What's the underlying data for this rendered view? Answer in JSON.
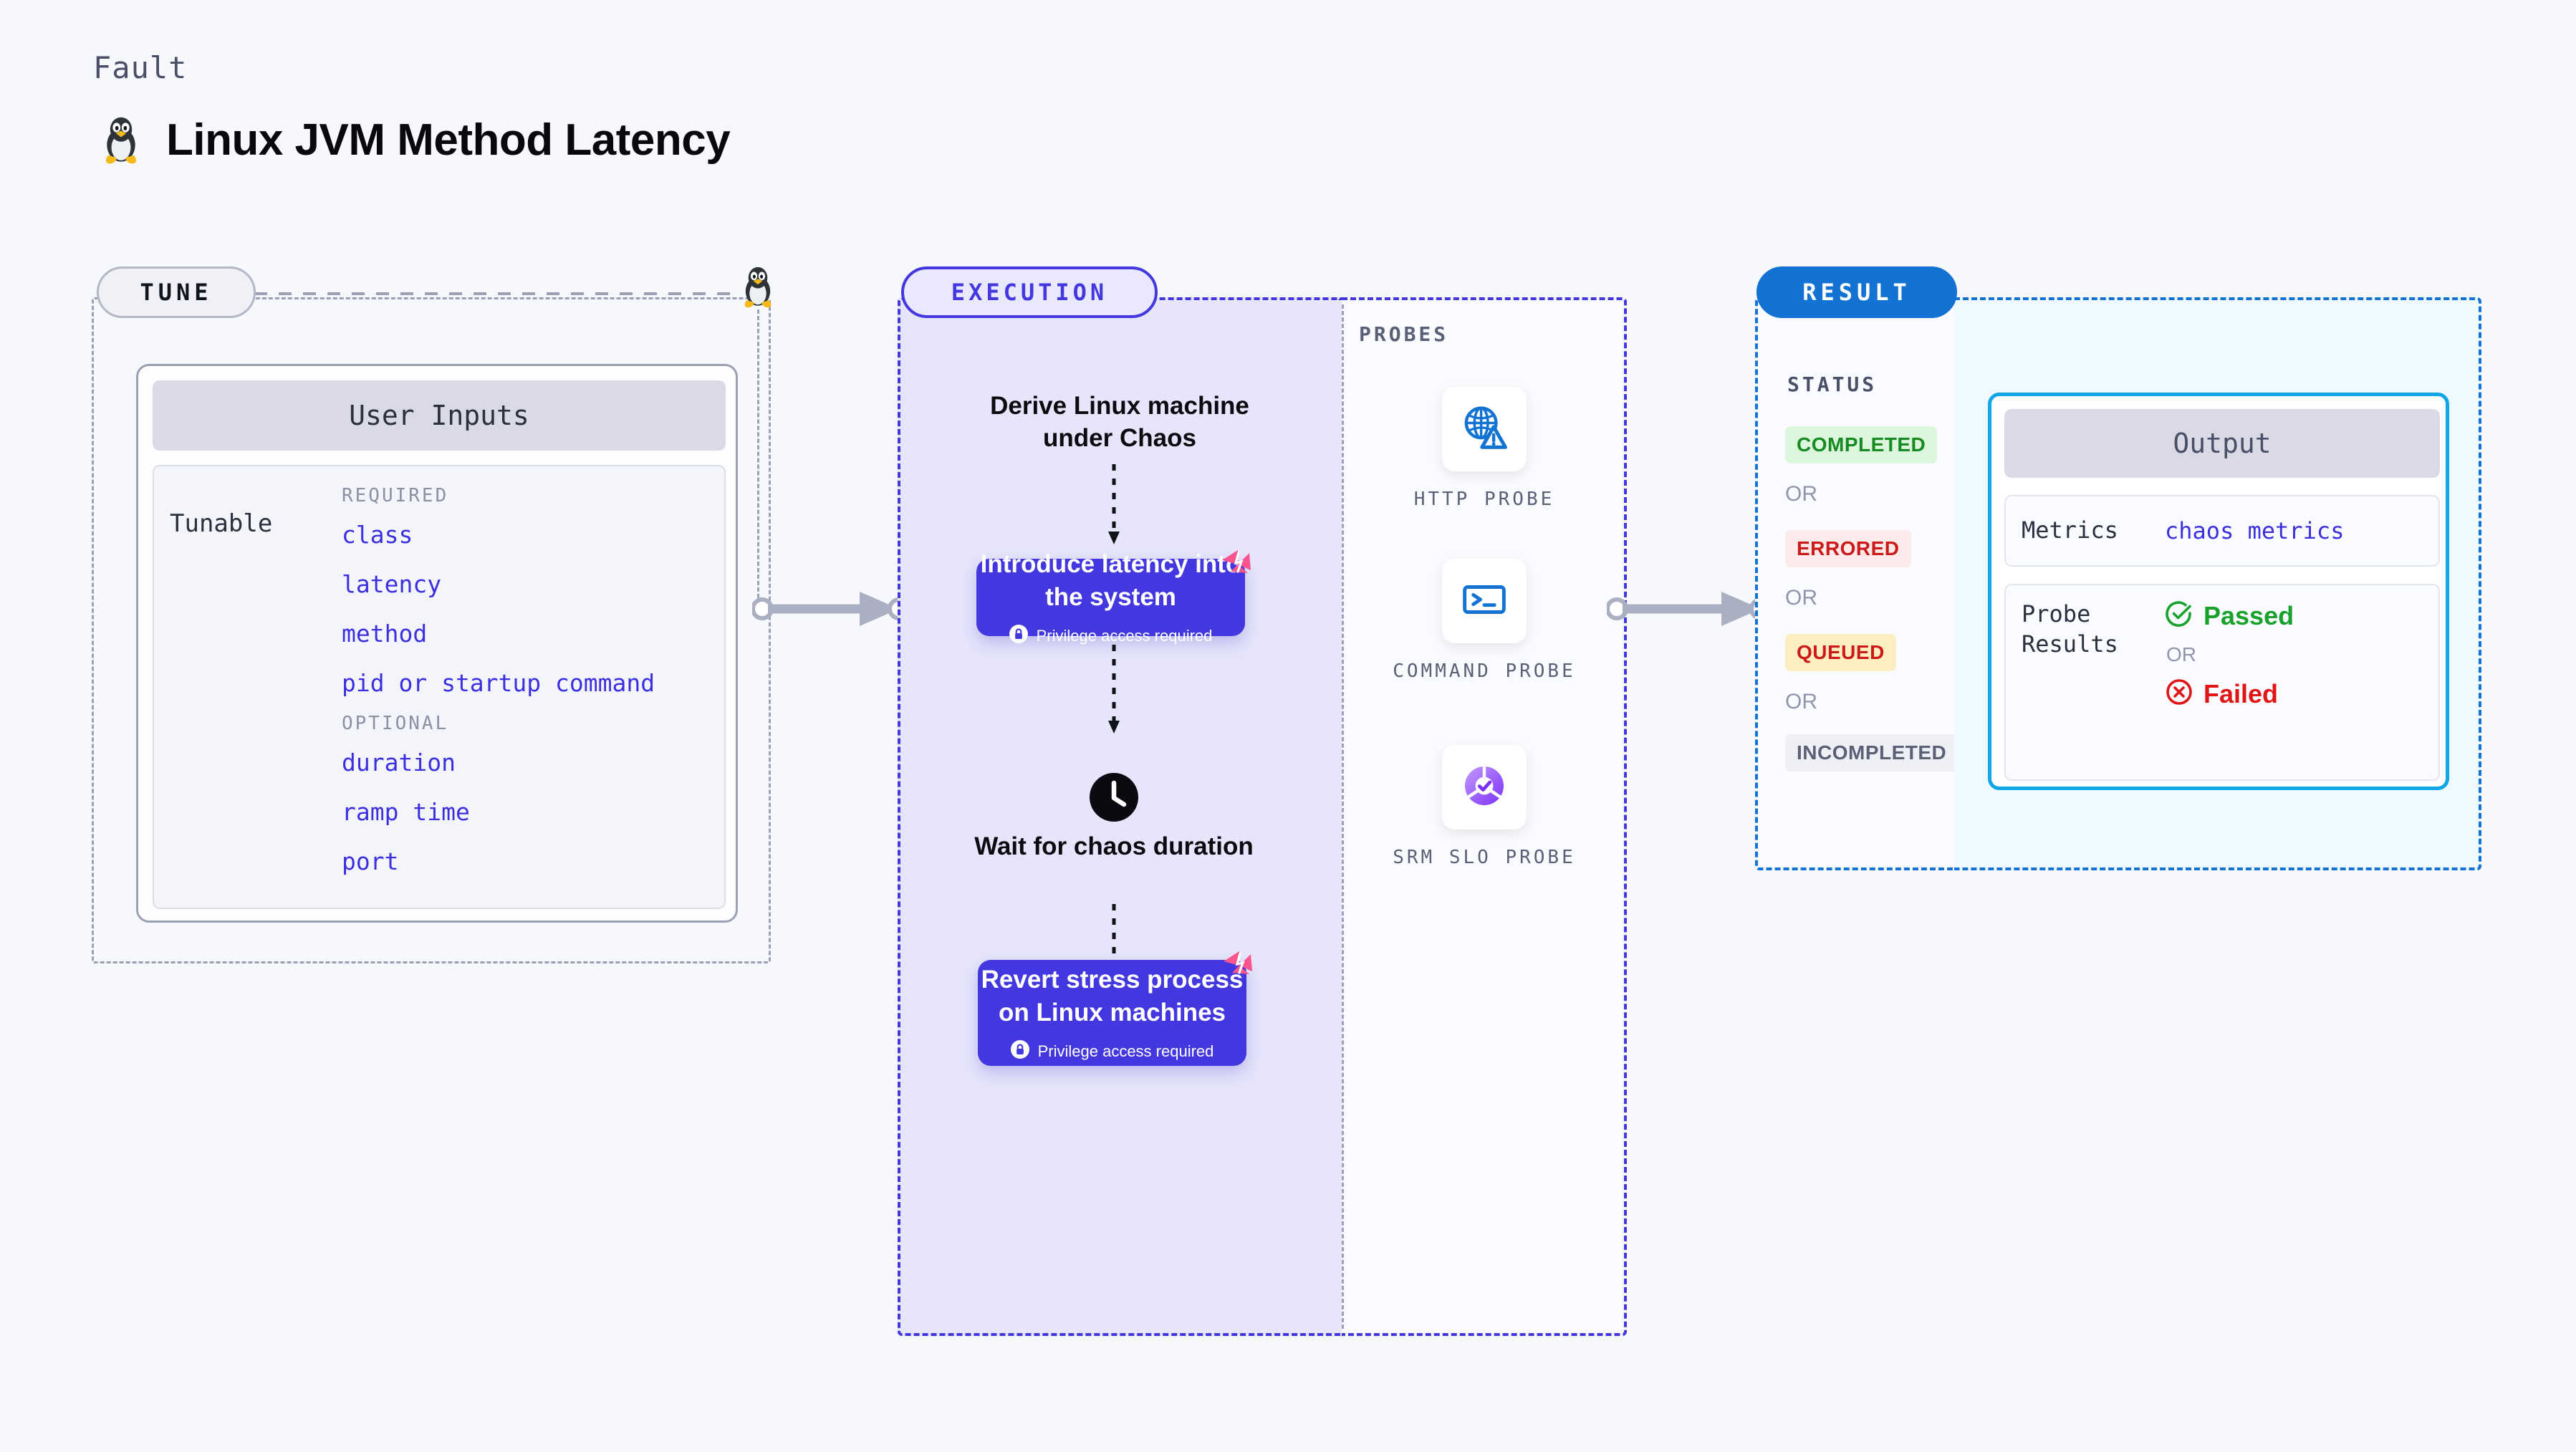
{
  "header": {
    "kicker": "Fault",
    "title": "Linux JVM Method Latency",
    "icon": "linux-tux-icon"
  },
  "tune": {
    "pill_label": "TUNE",
    "card_title": "User Inputs",
    "tunable_label": "Tunable",
    "groups": [
      {
        "title": "REQUIRED",
        "params": [
          "class",
          "latency",
          "method",
          "pid or startup command"
        ]
      },
      {
        "title": "OPTIONAL",
        "params": [
          "duration",
          "ramp time",
          "port"
        ]
      }
    ]
  },
  "execution": {
    "pill_label": "EXECUTION",
    "steps": [
      {
        "type": "text",
        "label": "Derive Linux machine under Chaos"
      },
      {
        "type": "action",
        "label": "Introduce latency into the system",
        "note": "Privilege access required",
        "badge": "chaos-icon"
      },
      {
        "type": "wait",
        "label": "Wait for chaos duration",
        "icon": "clock-icon"
      },
      {
        "type": "action",
        "label": "Revert stress process on Linux machines",
        "note": "Privilege access required",
        "badge": "chaos-icon"
      }
    ]
  },
  "probes": {
    "title": "PROBES",
    "items": [
      {
        "label": "HTTP  PROBE",
        "icon": "globe-warning-icon"
      },
      {
        "label": "COMMAND PROBE",
        "icon": "terminal-icon"
      },
      {
        "label": "SRM  SLO PROBE",
        "icon": "slo-donut-check-icon"
      }
    ]
  },
  "result": {
    "pill_label": "RESULT",
    "status_title": "STATUS",
    "or_label": "OR",
    "statuses": [
      {
        "label": "COMPLETED",
        "bg": "#dcf5dd",
        "fg": "#188a23"
      },
      {
        "label": "ERRORED",
        "bg": "#fdeaea",
        "fg": "#cc1a1a"
      },
      {
        "label": "QUEUED",
        "bg": "#fdeec2",
        "fg": "#cc1a1a"
      },
      {
        "label": "INCOMPLETED",
        "bg": "#eff0f5",
        "fg": "#5a6076"
      }
    ]
  },
  "output": {
    "title": "Output",
    "metrics_key": "Metrics",
    "metrics_value": "chaos metrics",
    "probe_results_key": "Probe Results",
    "passed_label": "Passed",
    "or_label": "OR",
    "failed_label": "Failed"
  },
  "colors": {
    "accent_purple": "#4338e0",
    "accent_blue": "#1273d3",
    "accent_cyan": "#12a6e8",
    "chaos_pink": "#f9558f",
    "param_blue": "#3c2fe0",
    "page_bg": "#f7f8fc"
  }
}
